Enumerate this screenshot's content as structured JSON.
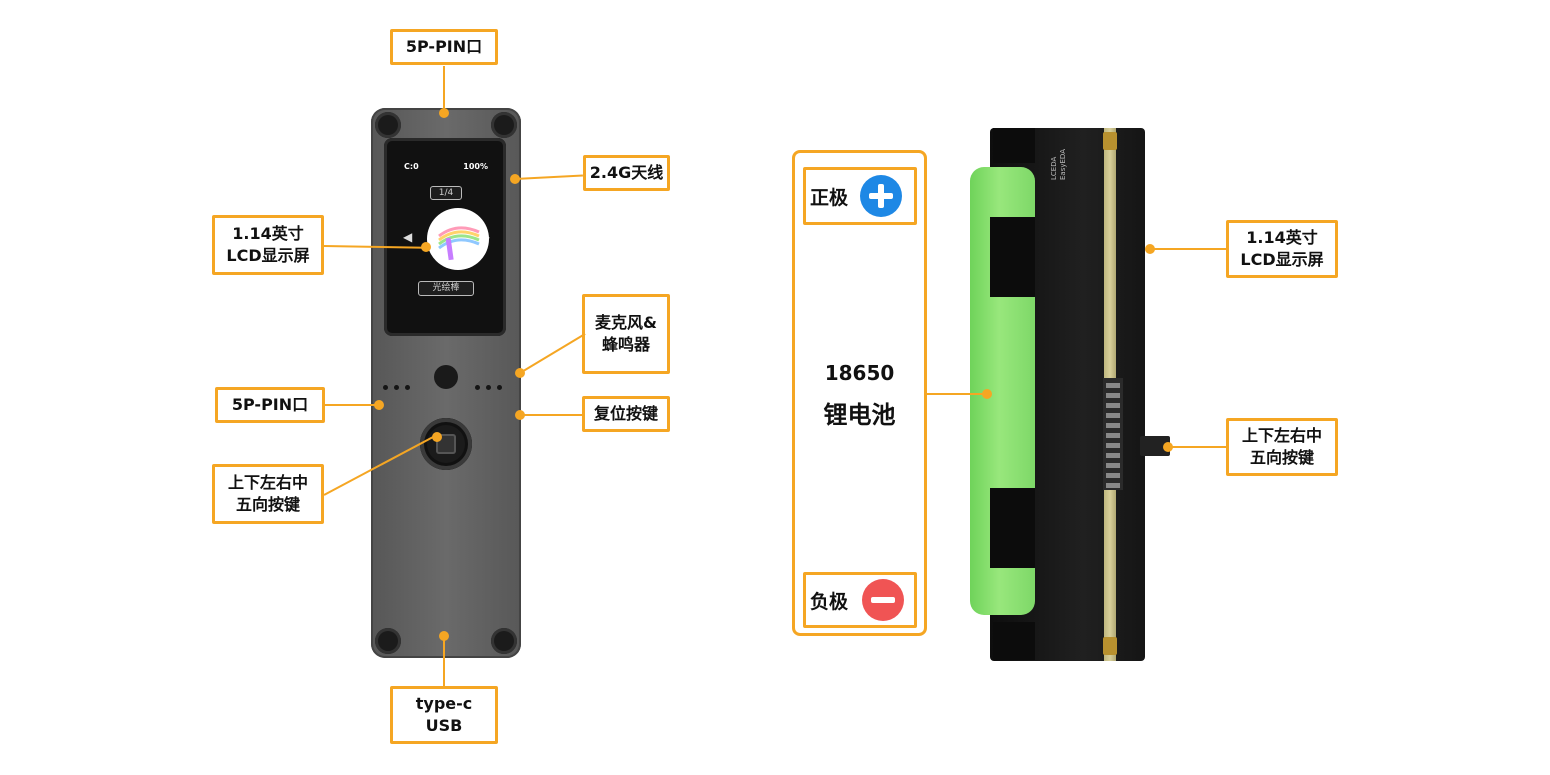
{
  "front": {
    "labels": {
      "top_port": "5P-PIN口",
      "antenna": "2.4G天线",
      "lcd": [
        "1.14英寸",
        "LCD显示屏"
      ],
      "mic_buzzer": [
        "麦克风&",
        "蜂鸣器"
      ],
      "side_port": "5P-PIN口",
      "reset": "复位按键",
      "joystick": [
        "上下左右中",
        "五向按键"
      ],
      "usb": [
        "type-c",
        "USB"
      ]
    },
    "screen": {
      "status_left": "C:0",
      "status_right": "100%",
      "page": "1/4",
      "caption": "光绘棒"
    }
  },
  "side": {
    "battery_size": "18650",
    "battery_name": "锂电池",
    "positive": "正极",
    "negative": "负极",
    "lcd": [
      "1.14英寸",
      "LCD显示屏"
    ],
    "joystick": [
      "上下左右中",
      "五向按键"
    ],
    "logo": [
      "LCEDA",
      "EasyEDA"
    ]
  },
  "colors": {
    "accent": "#F5A623",
    "positive": "#1E88E5",
    "negative": "#F05454",
    "battery": "#8EE070"
  }
}
